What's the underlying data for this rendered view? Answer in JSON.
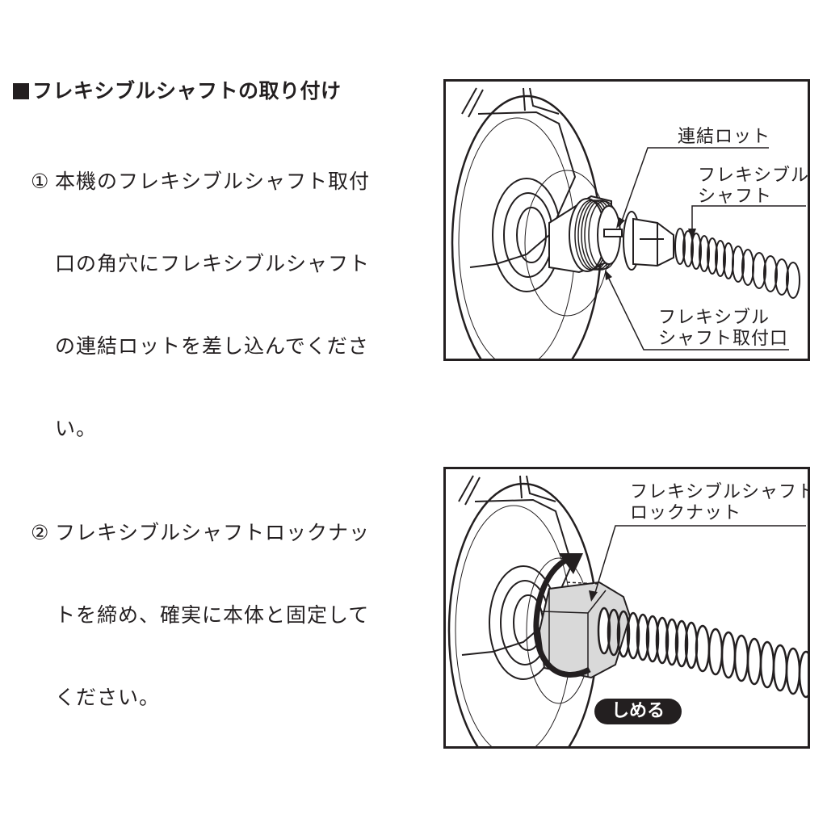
{
  "section": {
    "title": "フレキシブルシャフトの取り付け",
    "bullet_icon": "black-square"
  },
  "steps": [
    {
      "number": "①",
      "lines": [
        "本機のフレキシブルシャフト取付",
        "口の角穴にフレキシブルシャフト",
        "の連結ロットを差し込んでくださ",
        "い。"
      ]
    },
    {
      "number": "②",
      "lines": [
        "フレキシブルシャフトロックナッ",
        "トを締め、確実に本体と固定して",
        "ください。"
      ]
    }
  ],
  "figure1": {
    "callouts": {
      "rod": "連結ロット",
      "shaft": "フレキシブル\nシャフト",
      "port": "フレキシブル\nシャフト取付口"
    }
  },
  "figure2": {
    "callouts": {
      "locknut": "フレキシブルシャフト\nロックナット"
    },
    "badge": "しめる",
    "colors": {
      "badge_bg": "#231f20",
      "nut_fill": "#d9d9d9"
    }
  }
}
